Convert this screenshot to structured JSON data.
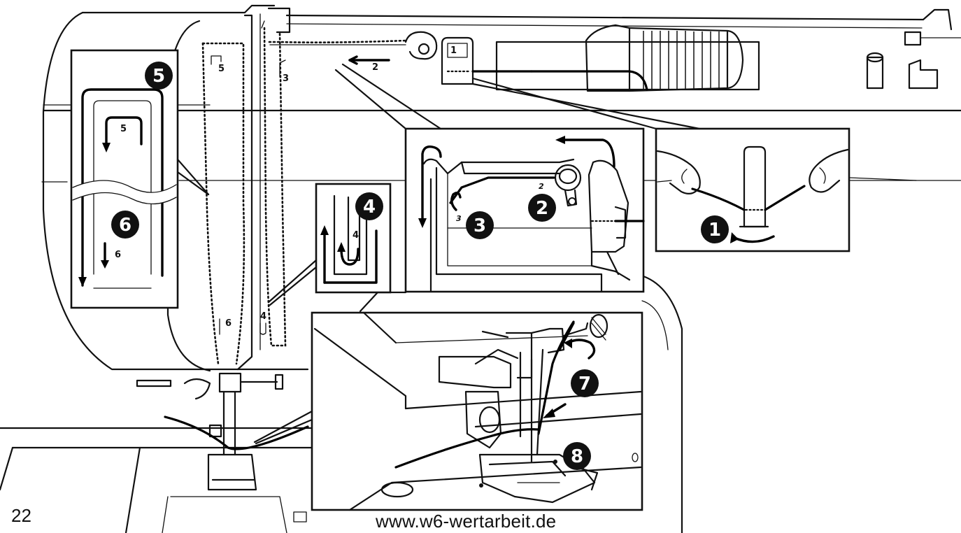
{
  "page_number": "22",
  "website": "www.w6-wertarbeit.de",
  "steps": {
    "s1": "1",
    "s2": "2",
    "s3": "3",
    "s4": "4",
    "s5": "5",
    "s6": "6",
    "s7": "7",
    "s8": "8"
  }
}
